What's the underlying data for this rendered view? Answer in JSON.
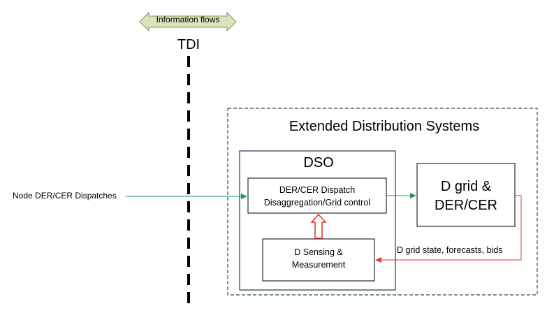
{
  "information_flow": {
    "label": "Information flows"
  },
  "boundary": {
    "label": "TDI"
  },
  "extended_system": {
    "title": "Extended Distribution Systems"
  },
  "dso": {
    "title": "DSO",
    "dispatch_block": [
      "DER/CER Dispatch",
      "Disaggregation/Grid control"
    ],
    "sensing_block": [
      "D Sensing &",
      "Measurement"
    ]
  },
  "grid_block": {
    "lines": [
      "D grid &",
      "DER/CER"
    ]
  },
  "flows": {
    "input_label": "Node DER/CER Dispatches",
    "feedback_label": "D grid state, forecasts, bids"
  },
  "colors": {
    "flow_arrow": "#1e9a50",
    "feedback_arrow": "#e8352b",
    "upward_arrow_outline": "#d9342b",
    "information_arrow_fill": "#d8e4bc",
    "information_arrow_stroke": "#7f9a5b",
    "dso_border": "#1f3a52",
    "extended_border": "#2d4a4a"
  }
}
